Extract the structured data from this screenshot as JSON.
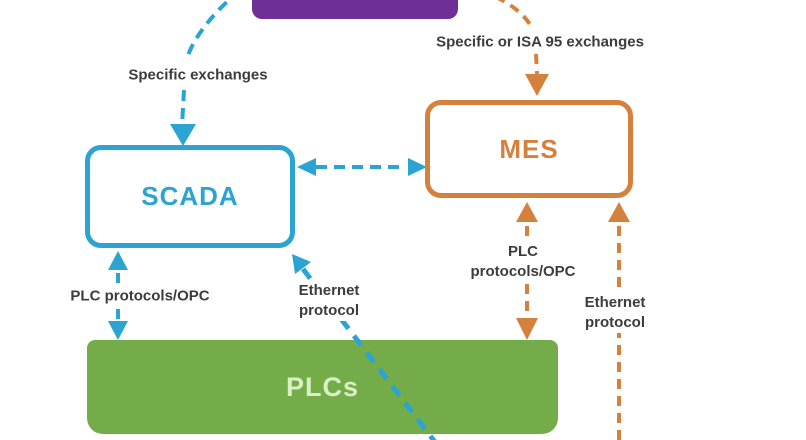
{
  "colors": {
    "blue": "#2BA3D3",
    "orange": "#D5813E",
    "purple": "#6E3097",
    "green": "#74AC49",
    "greenText": "#DAF0C4",
    "labelText": "#3C3C3C",
    "background": "#FFFFFF"
  },
  "nodes": {
    "top_system": {
      "label": ""
    },
    "scada": {
      "label": "SCADA"
    },
    "mes": {
      "label": "MES"
    },
    "plcs": {
      "label": "PLCs"
    }
  },
  "edges": {
    "top_to_scada": {
      "label": "Specific exchanges"
    },
    "top_to_mes": {
      "label": "Specific or ISA 95 exchanges"
    },
    "scada_plcs_plc": {
      "label": "PLC protocols/OPC"
    },
    "scada_plcs_ethernet": {
      "line1": "Ethernet",
      "line2": "protocol"
    },
    "mes_plcs_plc": {
      "line1": "PLC",
      "line2": "protocols/OPC"
    },
    "mes_plcs_ethernet": {
      "line1": "Ethernet",
      "line2": "protocol"
    }
  }
}
